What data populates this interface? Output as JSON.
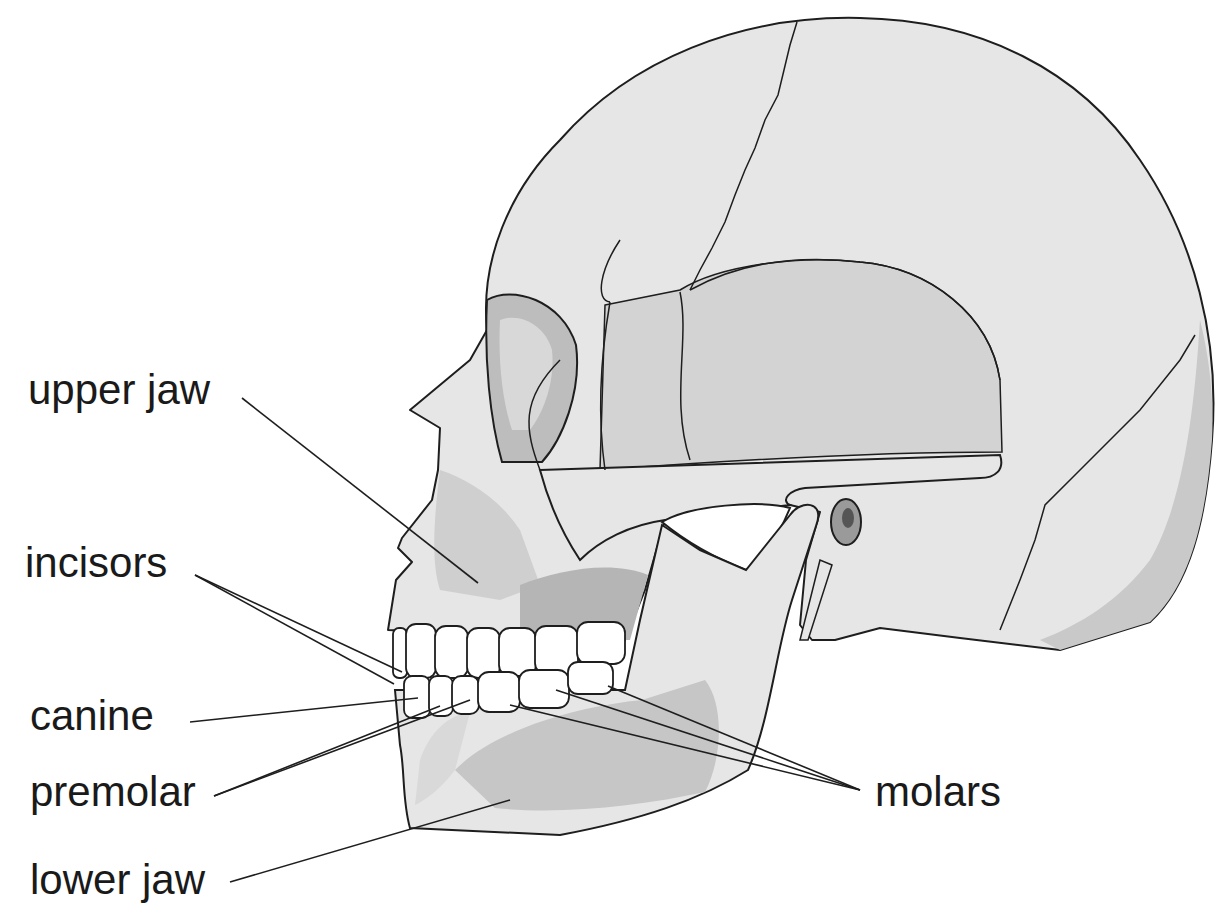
{
  "diagram": {
    "labels": [
      "upper jaw",
      "incisors",
      "canine",
      "premolar",
      "lower jaw",
      "molars"
    ]
  }
}
